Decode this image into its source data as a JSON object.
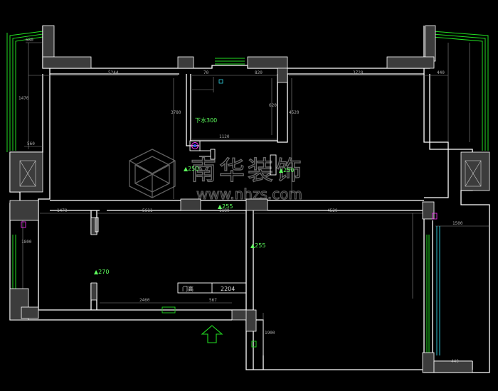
{
  "plan": {
    "labels": {
      "drain": "下水300",
      "door_label": "门高",
      "door_value": "2204"
    },
    "level_marks": [
      {
        "id": "lvl-1",
        "text": "▲250"
      },
      {
        "id": "lvl-2",
        "text": "▲250"
      },
      {
        "id": "lvl-3",
        "text": "▲255"
      },
      {
        "id": "lvl-4",
        "text": "▲255"
      },
      {
        "id": "lvl-5",
        "text": "▲270"
      }
    ],
    "dimensions": {
      "top_left_1": "680",
      "top_left_2": "5244",
      "top_mid_1": "70",
      "top_mid_2": "820",
      "top_right_1": "3720",
      "top_right_2": "440",
      "side_left_1": "1470",
      "side_left_2": "560",
      "mid_1": "3780",
      "mid_2": "1120",
      "mid_3": "620",
      "mid_4": "4520",
      "lower_1": "1470",
      "lower_2": "5611",
      "lower_3": "1180",
      "lower_4": "4520",
      "lower_5": "2460",
      "lower_6": "567",
      "lower_7": "1800",
      "lower_8": "1900",
      "lower_9": "1500",
      "lower_10": "440"
    },
    "watermark": {
      "cn": "南华装饰",
      "url": "www.nhzs.com"
    },
    "colors": {
      "background": "#000000",
      "wall": "#ffffff",
      "column": "#3c3c3c",
      "window": "#22dd22",
      "text_green": "#5dff5d",
      "dim_gray": "#a8a8a8",
      "door_cyan": "#33d7e8"
    },
    "icons": [
      "entrance-arrow-icon",
      "watermark-logo-icon",
      "drain-marker-icon"
    ]
  }
}
